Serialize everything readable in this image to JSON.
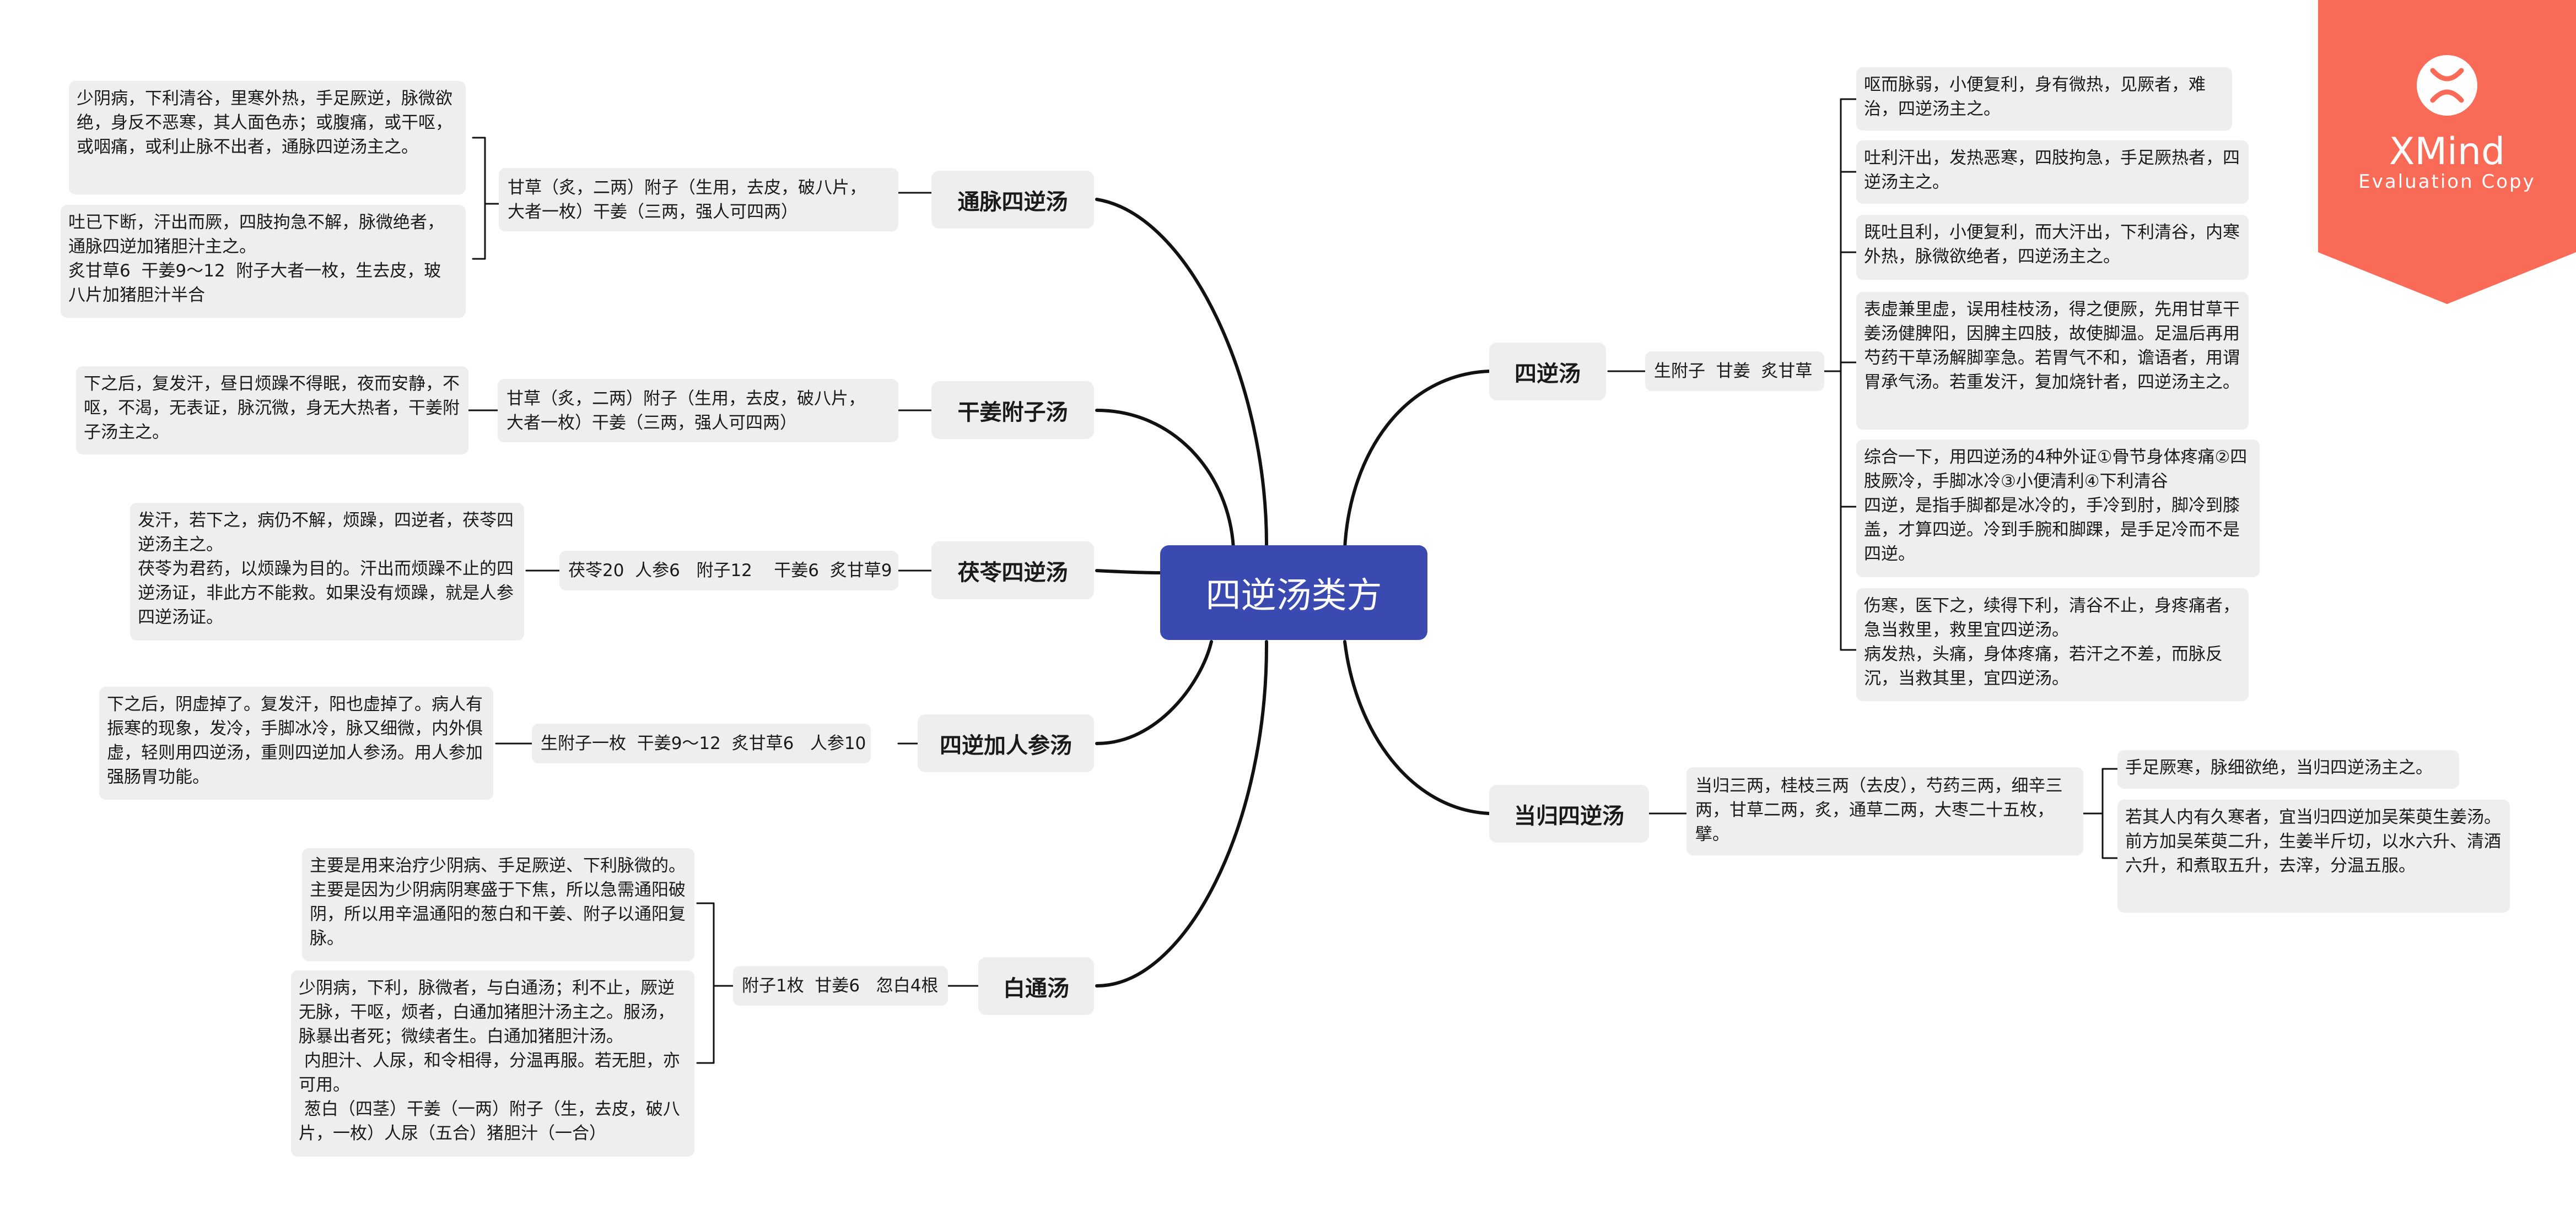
{
  "root": {
    "title": "四逆汤类方"
  },
  "branches": {
    "tongmai": {
      "title": "通脉四逆汤",
      "ingredients": "甘草（炙，二两）附子（生用，去皮，破八片，\n大者一枚）干姜（三两，强人可四两）",
      "notes": [
        "少阴病，下利清谷，里寒外热，手足厥逆，脉微欲绝，身反不恶寒，其人面色赤；或腹痛，或干呕，或咽痛，或利止脉不出者，通脉四逆汤主之。",
        "吐已下断，汗出而厥，四肢拘急不解，脉微绝者，通脉四逆加猪胆汁主之。\n炙甘草6  干姜9～12  附子大者一枚，生去皮，玻八片加猪胆汁半合"
      ]
    },
    "ganjiang": {
      "title": "干姜附子汤",
      "ingredients": "甘草（炙，二两）附子（生用，去皮，破八片，\n大者一枚）干姜（三两，强人可四两）",
      "notes": [
        "下之后，复发汗，昼日烦躁不得眠，夜而安静，不呕，不渴，无表证，脉沉微，身无大热者，干姜附子汤主之。"
      ]
    },
    "fuling": {
      "title": "茯苓四逆汤",
      "ingredients": "茯苓20  人参6   附子12    干姜6  炙甘草9",
      "notes": [
        "发汗，若下之，病仍不解，烦躁，四逆者，茯苓四逆汤主之。\n茯苓为君药，以烦躁为目的。汗出而烦躁不止的四逆汤证，非此方不能救。如果没有烦躁，就是人参四逆汤证。"
      ]
    },
    "renshen": {
      "title": "四逆加人参汤",
      "ingredients": "生附子一枚  干姜9～12  炙甘草6   人参10",
      "notes": [
        "下之后，阴虚掉了。复发汗，阳也虚掉了。病人有振寒的现象，发冷，手脚冰冷，脉又细微，内外俱虚，轻则用四逆汤，重则四逆加人参汤。用人参加强肠胃功能。"
      ]
    },
    "baitong": {
      "title": "白通汤",
      "ingredients": "附子1枚  甘姜6   忽白4根",
      "notes": [
        "主要是用来治疗少阴病、手足厥逆、下利脉微的。主要是因为少阴病阴寒盛于下焦，所以急需通阳破阴，所以用辛温通阳的葱白和干姜、附子以通阳复脉。",
        "少阴病，下利，脉微者，与白通汤；利不止，厥逆无脉，干呕，烦者，白通加猪胆汁汤主之。服汤，脉暴出者死；微续者生。白通加猪胆汁汤。\n 内胆汁、人尿，和令相得，分温再服。若无胆，亦可用。\n 葱白（四茎）干姜（一两）附子（生，去皮，破八片，一枚）人尿（五合）猪胆汁（一合）"
      ]
    },
    "sini": {
      "title": "四逆汤",
      "ingredients": "生附子  甘姜  炙甘草",
      "notes": [
        "呕而脉弱，小便复利，身有微热，见厥者，难治，四逆汤主之。",
        "吐利汗出，发热恶寒，四肢拘急，手足厥热者，四逆汤主之。",
        "既吐且利，小便复利，而大汗出，下利清谷，内寒外热，脉微欲绝者，四逆汤主之。",
        "表虚兼里虚，误用桂枝汤，得之便厥，先用甘草干姜汤健脾阳，因脾主四肢，故使脚温。足温后再用芍药干草汤解脚挛急。若胃气不和，谵语者，用谓胃承气汤。若重发汗，复加烧针者，四逆汤主之。",
        "综合一下，用四逆汤的4种外证①骨节身体疼痛②四肢厥冷，手脚冰冷③小便清利④下利清谷\n四逆，是指手脚都是冰冷的，手冷到肘，脚冷到膝盖，才算四逆。冷到手腕和脚踝，是手足冷而不是四逆。",
        "伤寒，医下之，续得下利，清谷不止，身疼痛者，急当救里，救里宜四逆汤。\n病发热，头痛，身体疼痛，若汗之不差，而脉反沉，当救其里，宜四逆汤。"
      ]
    },
    "danggui": {
      "title": "当归四逆汤",
      "ingredients": "当归三两，桂枝三两（去皮），芍药三两，细辛三两，甘草二两，炙，通草二两，大枣二十五枚，擘。",
      "notes": [
        "手足厥寒，脉细欲绝，当归四逆汤主之。",
        "若其人内有久寒者，宜当归四逆加吴茱萸生姜汤。\n前方加吴茱萸二升，生姜半斤切，以水六升、清酒六升，和煮取五升，去滓，分温五服。"
      ]
    }
  },
  "watermark": {
    "brand": "XMind",
    "subtitle": "Evaluation Copy",
    "color": "#f96a57"
  },
  "colors": {
    "root": "#3a4ab0",
    "node": "#eeeeee",
    "line": "#111111"
  }
}
